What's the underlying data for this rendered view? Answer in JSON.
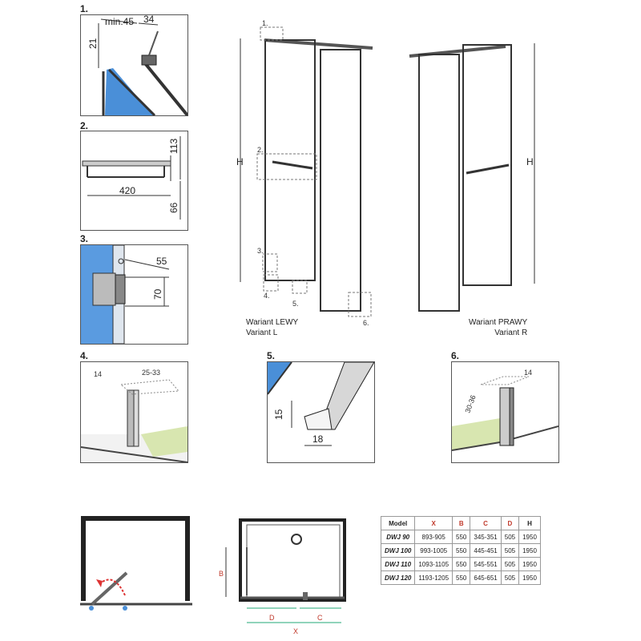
{
  "section_numbers": [
    "1.",
    "2.",
    "3.",
    "4.",
    "5.",
    "6."
  ],
  "detail1": {
    "dim_min": "min.45",
    "dim_a": "34",
    "dim_b": "21"
  },
  "detail2": {
    "dim_width": "420",
    "dim_top": "113",
    "dim_bottom": "66"
  },
  "detail3": {
    "dim_a": "55",
    "dim_b": "70"
  },
  "detail4": {
    "dim_a": "14",
    "dim_b": "25-33"
  },
  "detail5": {
    "dim_a": "15",
    "dim_b": "18"
  },
  "detail6": {
    "dim_a": "14",
    "dim_b": "30-36"
  },
  "main": {
    "height_label": "H",
    "callouts": [
      "1.",
      "2.",
      "3.",
      "4.",
      "5.",
      "6."
    ],
    "left_variant_line1": "Wariant LEWY",
    "left_variant_line2": "Variant L",
    "right_variant_line1": "Wariant PRAWY",
    "right_variant_line2": "Variant R"
  },
  "plan": {
    "label_b": "B",
    "label_d": "D",
    "label_c": "C",
    "label_x": "X"
  },
  "colors": {
    "glass": "#4a8fd8",
    "floor": "#d8e6b0",
    "frame": "#333333",
    "accent_red": "#c0392b"
  },
  "table": {
    "headers": [
      "Model",
      "X",
      "B",
      "C",
      "D",
      "H"
    ],
    "rows": [
      [
        "DWJ 90",
        "893-905",
        "550",
        "345-351",
        "505",
        "1950"
      ],
      [
        "DWJ 100",
        "993-1005",
        "550",
        "445-451",
        "505",
        "1950"
      ],
      [
        "DWJ 110",
        "1093-1105",
        "550",
        "545-551",
        "505",
        "1950"
      ],
      [
        "DWJ 120",
        "1193-1205",
        "550",
        "645-651",
        "505",
        "1950"
      ]
    ]
  }
}
